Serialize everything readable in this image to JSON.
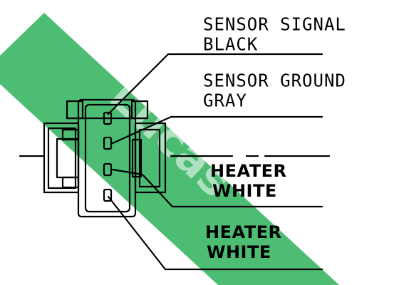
{
  "colors": {
    "band": "#4dbd74",
    "line": "#000000",
    "watermark_text": "#ffffff"
  },
  "watermark": {
    "brand_text": "Lucas"
  },
  "labels": {
    "pin1": {
      "line1": "SENSOR SIGNAL",
      "line2": "BLACK"
    },
    "pin2": {
      "line1": "SENSOR GROUND",
      "line2": "GRAY"
    },
    "pin3": {
      "line1": "HEATER",
      "line2": "WHITE"
    },
    "pin4": {
      "line1": "HEATER",
      "line2": "WHITE"
    }
  }
}
